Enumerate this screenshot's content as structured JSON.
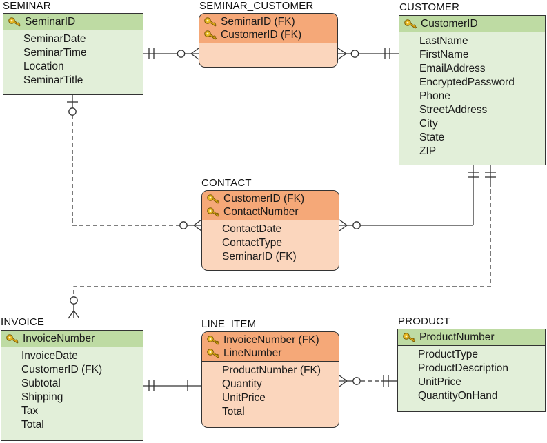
{
  "entities": {
    "seminar": {
      "title": "SEMINAR",
      "keys": [
        "SeminarID"
      ],
      "attributes": [
        "SeminarDate",
        "SeminarTime",
        "Location",
        "SeminarTitle"
      ]
    },
    "seminar_customer": {
      "title": "SEMINAR_CUSTOMER",
      "keys": [
        "SeminarID (FK)",
        "CustomerID (FK)"
      ],
      "attributes": []
    },
    "customer": {
      "title": "CUSTOMER",
      "keys": [
        "CustomerID"
      ],
      "attributes": [
        "LastName",
        "FirstName",
        "EmailAddress",
        "EncryptedPassword",
        "Phone",
        "StreetAddress",
        "City",
        "State",
        "ZIP"
      ]
    },
    "contact": {
      "title": "CONTACT",
      "keys": [
        "CustomerID (FK)",
        "ContactNumber"
      ],
      "attributes": [
        "ContactDate",
        "ContactType",
        "SeminarID (FK)"
      ]
    },
    "invoice": {
      "title": "INVOICE",
      "keys": [
        "InvoiceNumber"
      ],
      "attributes": [
        "InvoiceDate",
        "CustomerID (FK)",
        "Subtotal",
        "Shipping",
        "Tax",
        "Total"
      ]
    },
    "line_item": {
      "title": "LINE_ITEM",
      "keys": [
        "InvoiceNumber (FK)",
        "LineNumber"
      ],
      "attributes": [
        "ProductNumber (FK)",
        "Quantity",
        "UnitPrice",
        "Total"
      ]
    },
    "product": {
      "title": "PRODUCT",
      "keys": [
        "ProductNumber"
      ],
      "attributes": [
        "ProductType",
        "ProductDescription",
        "UnitPrice",
        "QuantityOnHand"
      ]
    }
  },
  "colors": {
    "strong_header": "#bedba3",
    "strong_body": "#e2efd9",
    "assoc_header": "#f5a878",
    "assoc_body": "#fbd6bd",
    "key_icon": "#e8b923"
  },
  "icons": {
    "key": "key-icon"
  }
}
